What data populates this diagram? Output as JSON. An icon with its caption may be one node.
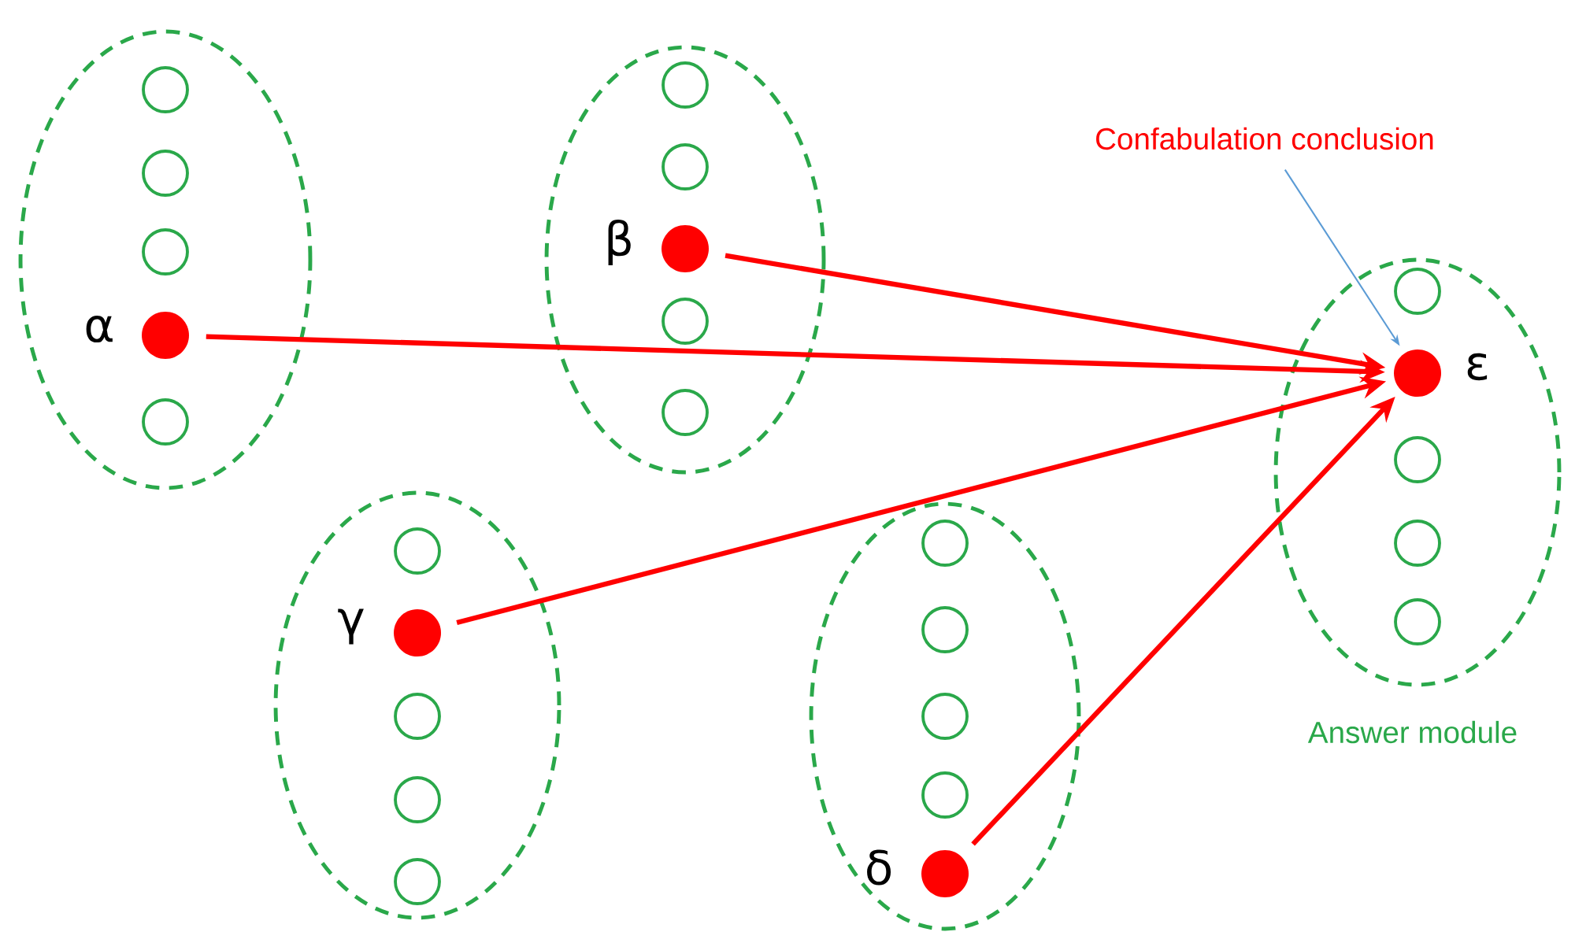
{
  "diagram": {
    "nodes": [
      {
        "text": [],
        "shape": "ellipse"
      },
      {
        "text": [],
        "shape": "circle",
        "in": 0
      },
      {
        "text": [],
        "shape": "circle",
        "in": 0
      },
      {
        "text": [],
        "shape": "circle",
        "in": 0
      },
      {
        "text": [],
        "shape": "dot",
        "in": 0,
        "beside": [
          "α"
        ]
      },
      {
        "text": [],
        "shape": "circle",
        "in": 0
      },
      {
        "text": [],
        "shape": "ellipse"
      },
      {
        "text": [],
        "shape": "circle",
        "in": 6
      },
      {
        "text": [],
        "shape": "circle",
        "in": 6
      },
      {
        "text": [],
        "shape": "dot",
        "in": 6,
        "beside": [
          "β"
        ]
      },
      {
        "text": [],
        "shape": "circle",
        "in": 6
      },
      {
        "text": [],
        "shape": "circle",
        "in": 6
      },
      {
        "text": [
          "Confabulation conclusion"
        ]
      },
      {
        "text": [],
        "shape": "ellipse",
        "beside": [
          "Answer module"
        ]
      },
      {
        "text": [],
        "shape": "circle",
        "in": 13
      },
      {
        "text": [],
        "shape": "dot",
        "in": 13,
        "beside": [
          "ε"
        ]
      },
      {
        "text": [],
        "shape": "circle",
        "in": 13
      },
      {
        "text": [],
        "shape": "circle",
        "in": 13
      },
      {
        "text": [],
        "shape": "circle",
        "in": 13
      },
      {
        "text": [],
        "shape": "ellipse"
      },
      {
        "text": [],
        "shape": "circle",
        "in": 19
      },
      {
        "text": [],
        "shape": "dot",
        "in": 19,
        "beside": [
          "γ"
        ]
      },
      {
        "text": [],
        "shape": "circle",
        "in": 19
      },
      {
        "text": [],
        "shape": "circle",
        "in": 19
      },
      {
        "text": [],
        "shape": "circle",
        "in": 19
      },
      {
        "text": [],
        "shape": "ellipse"
      },
      {
        "text": [],
        "shape": "circle",
        "in": 25
      },
      {
        "text": [],
        "shape": "circle",
        "in": 25
      },
      {
        "text": [],
        "shape": "circle",
        "in": 25
      },
      {
        "text": [],
        "shape": "circle",
        "in": 25
      },
      {
        "text": [],
        "shape": "dot",
        "in": 25,
        "beside": [
          "δ"
        ]
      }
    ],
    "edges": [
      {
        "from": 4,
        "to": 15,
        "arrow": "to"
      },
      {
        "from": 9,
        "to": 15,
        "arrow": "to"
      },
      {
        "from": 21,
        "to": 15,
        "arrow": "to"
      },
      {
        "from": 30,
        "to": 15,
        "arrow": "to"
      },
      {
        "from": 12,
        "to": 15,
        "arrow": "to",
        "color": "#5b9bd5"
      }
    ]
  }
}
